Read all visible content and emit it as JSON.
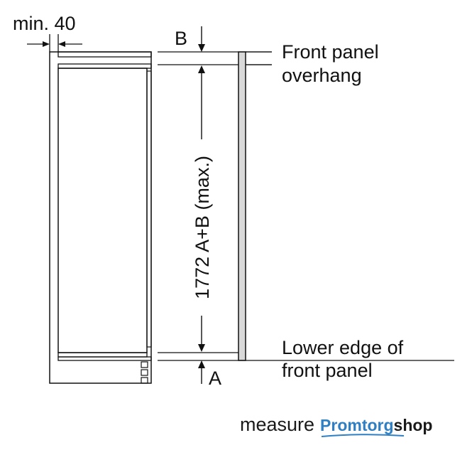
{
  "diagram": {
    "labels": {
      "min_gap": "min. 40",
      "b_marker": "B",
      "a_marker": "A",
      "height_dimension": "1772 A+B (max.)",
      "front_panel_overhang_line1": "Front panel",
      "front_panel_overhang_line2": "overhang",
      "lower_edge_line1": "Lower edge of",
      "lower_edge_line2": "front panel"
    }
  },
  "watermark": {
    "word": "measure",
    "logo_part1": "Promtorg",
    "logo_part2": "shop"
  },
  "colors": {
    "line": "#111111",
    "logo_blue": "#2f7fc4"
  }
}
